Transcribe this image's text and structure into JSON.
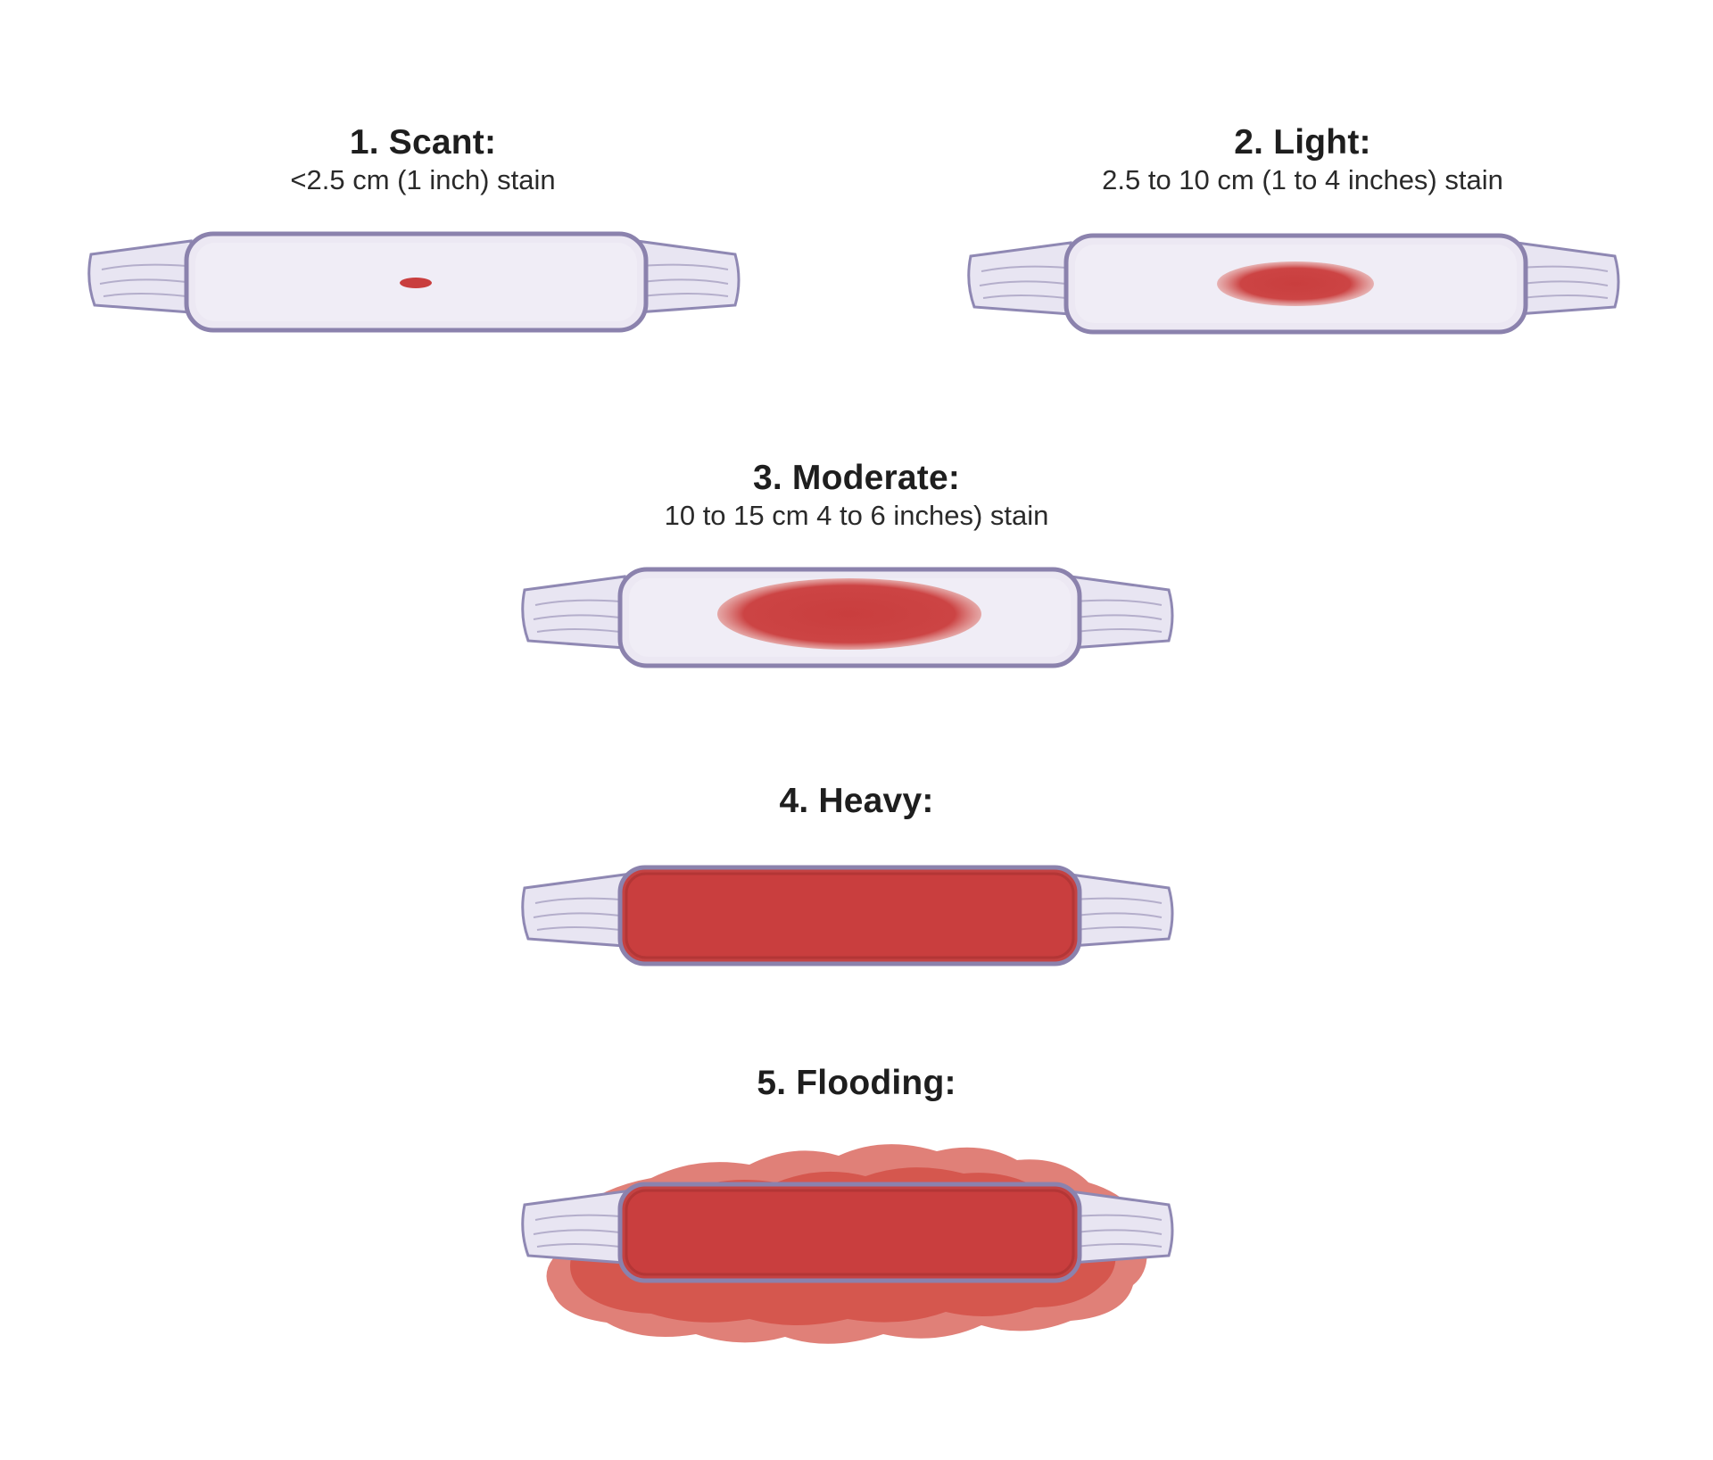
{
  "colors": {
    "pad_fill": "#ece8f3",
    "pad_edge": "#8b82ad",
    "cord_fill": "#e8e5f2",
    "cord_edge": "#8f88b3",
    "blood": "#c93e3e",
    "blood_light": "#d9645b"
  },
  "levels": [
    {
      "title": "1. Scant:",
      "subtitle": "<2.5 cm (1 inch) stain",
      "stain": "tiny-spot"
    },
    {
      "title": "2. Light:",
      "subtitle": "2.5 to 10 cm (1 to 4 inches) stain",
      "stain": "small-oval"
    },
    {
      "title": "3. Moderate:",
      "subtitle": "10 to 15 cm 4 to 6 inches) stain",
      "stain": "large-oval"
    },
    {
      "title": "4. Heavy:",
      "subtitle": "",
      "stain": "fully-saturated"
    },
    {
      "title": "5. Flooding:",
      "subtitle": "",
      "stain": "overflowing"
    }
  ]
}
